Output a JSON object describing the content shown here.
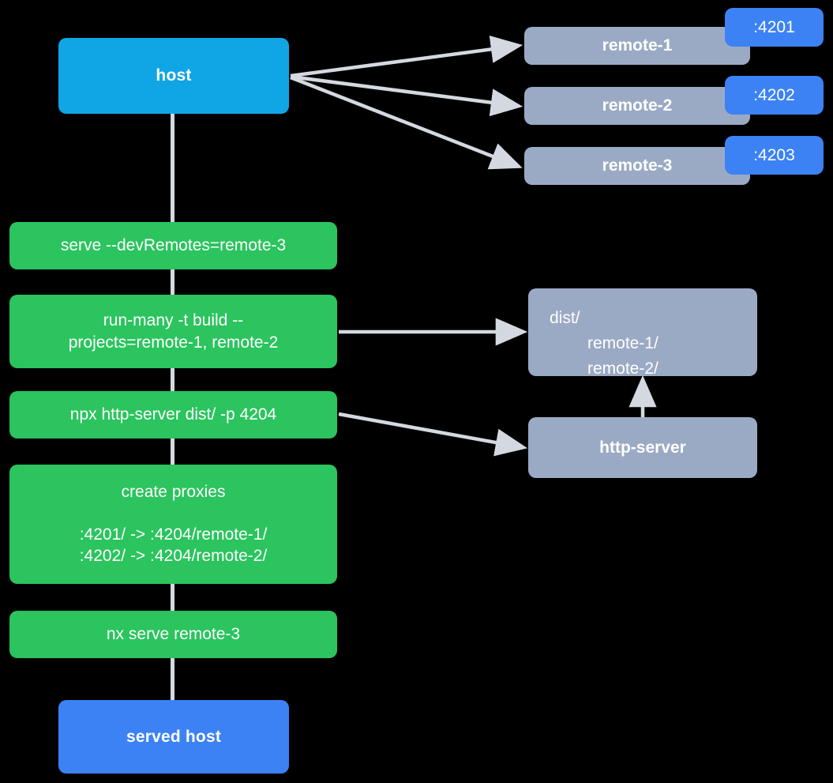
{
  "diagram": {
    "title_semantics": "nx module federation host and remotes serve flow",
    "colors": {
      "host": "#10A6E6",
      "served_host": "#3C82F5",
      "command": "#2BC45E",
      "remote": "#9BAAC4",
      "port_badge": "#3C82F5",
      "connector": "#D4D9E1",
      "background": "#000000"
    },
    "nodes": {
      "host": "host",
      "served_host": "served host",
      "http_server": "http-server"
    },
    "remotes": [
      {
        "label": "remote-1",
        "port": ":4201"
      },
      {
        "label": "remote-2",
        "port": ":4202"
      },
      {
        "label": "remote-3",
        "port": ":4203"
      }
    ],
    "commands": [
      {
        "id": "serve",
        "line1": "serve --devRemotes=remote-3"
      },
      {
        "id": "run-many",
        "line1": "run-many -t build --",
        "line2": "projects=remote-1, remote-2"
      },
      {
        "id": "http-server",
        "line1": "npx http-server dist/ -p 4204"
      },
      {
        "id": "create-proxies",
        "title": "create proxies",
        "line1": ":4201/ -> :4204/remote-1/",
        "line2": ":4202/ -> :4204/remote-2/"
      },
      {
        "id": "nx-serve",
        "line1": "nx serve remote-3"
      }
    ],
    "dist": {
      "root": "dist/",
      "children": [
        "remote-1/",
        "remote-2/"
      ]
    }
  }
}
